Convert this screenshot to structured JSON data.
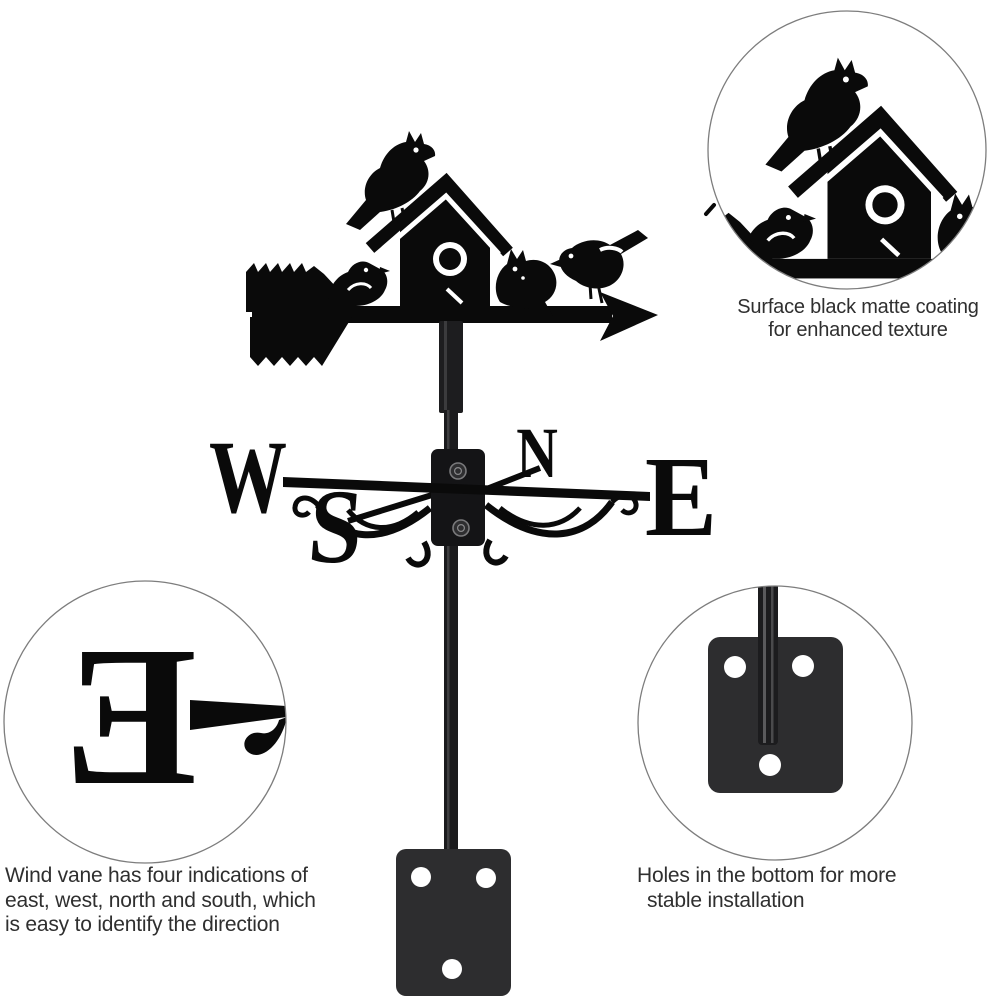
{
  "callouts": {
    "coating": {
      "lines": [
        "Surface black matte coating",
        "for enhanced texture"
      ]
    },
    "wind_directions": {
      "lines": [
        "Wind vane has four indications of",
        "east, west, north and south, which",
        "is easy to identify the direction"
      ]
    },
    "mounting_holes": {
      "lines": [
        "Holes in the bottom for more",
        "stable installation"
      ]
    }
  },
  "compass": {
    "west": "W",
    "north": "N",
    "south": "S",
    "east": "E"
  },
  "detail_letter": "E",
  "colors": {
    "silhouette": "#0a0a0a",
    "pole": "#1c1c1e",
    "hub": "#141416",
    "plate": "#2d2d2f",
    "hole": "#ffffff",
    "circle_stroke": "#7d7d7d",
    "caption_text": "#2f2f2f"
  }
}
